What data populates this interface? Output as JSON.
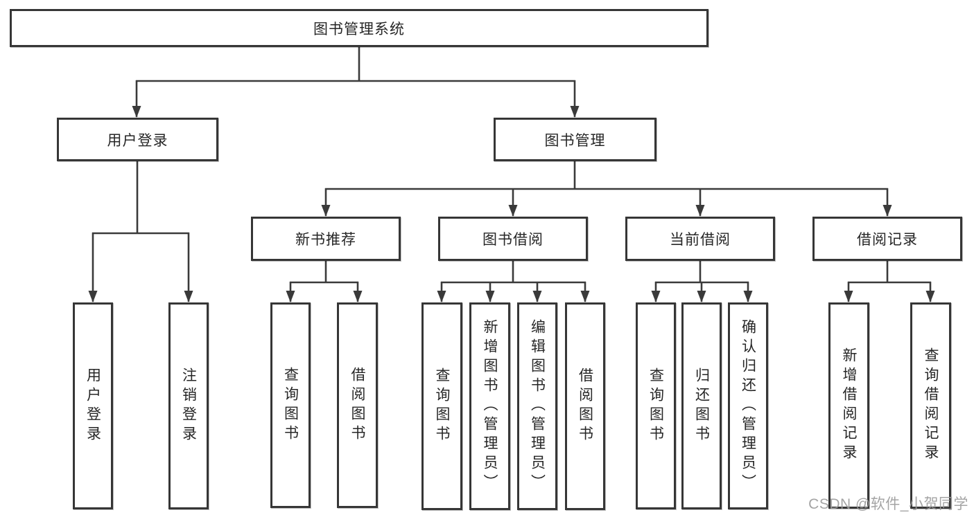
{
  "diagram": {
    "type": "hierarchy-tree",
    "title": "图书管理系统",
    "tree": {
      "label": "图书管理系统",
      "children": [
        {
          "label": "用户登录",
          "children": [
            {
              "label": "用户登录"
            },
            {
              "label": "注销登录"
            }
          ]
        },
        {
          "label": "图书管理",
          "children": [
            {
              "label": "新书推荐",
              "children": [
                {
                  "label": "查询图书"
                },
                {
                  "label": "借阅图书"
                }
              ]
            },
            {
              "label": "图书借阅",
              "children": [
                {
                  "label": "查询图书"
                },
                {
                  "label": "新增图书（管理员）"
                },
                {
                  "label": "编辑图书（管理员）"
                },
                {
                  "label": "借阅图书"
                }
              ]
            },
            {
              "label": "当前借阅",
              "children": [
                {
                  "label": "查询图书"
                },
                {
                  "label": "归还图书"
                },
                {
                  "label": "确认归还（管理员）"
                }
              ]
            },
            {
              "label": "借阅记录",
              "children": [
                {
                  "label": "新增借阅记录"
                },
                {
                  "label": "查询借阅记录"
                }
              ]
            }
          ]
        }
      ]
    }
  },
  "watermark": {
    "text": "CSDN @软件_小贺同学"
  },
  "colors": {
    "line": "#3a3a3a",
    "box_border": "#363636",
    "box_fill": "#ffffff",
    "text": "#262626",
    "watermark": "#9b9b9b",
    "background": "#ffffff"
  }
}
